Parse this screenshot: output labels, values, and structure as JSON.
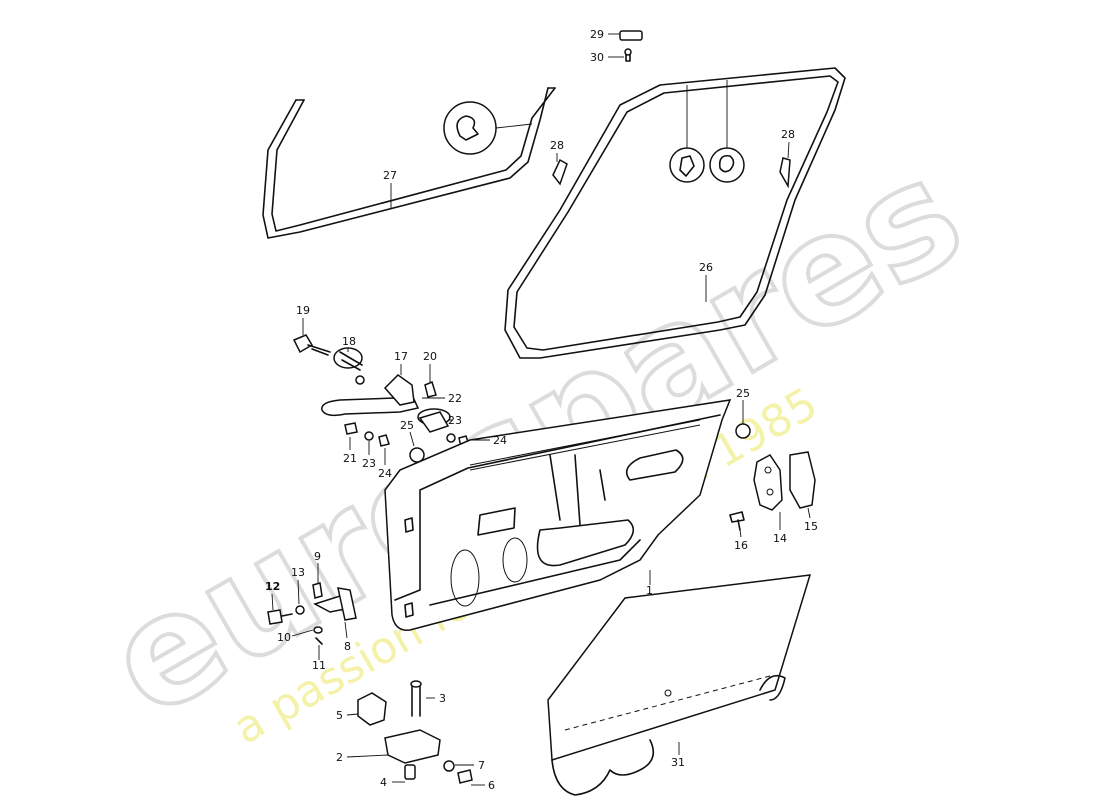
{
  "watermark": {
    "brand": "eurospares",
    "tagline": "a passion for parts since 1985",
    "tagline_color": "#f3ef9a",
    "brand_color": "#dcdcdc"
  },
  "callouts": {
    "c1": "1",
    "c2": "2",
    "c3": "3",
    "c4": "4",
    "c5": "5",
    "c6": "6",
    "c7": "7",
    "c8": "8",
    "c9": "9",
    "c10": "10",
    "c11": "11",
    "c12": "12",
    "c13": "13",
    "c14": "14",
    "c15": "15",
    "c16": "16",
    "c17": "17",
    "c18": "18",
    "c19": "19",
    "c20": "20",
    "c21": "21",
    "c22": "22",
    "c23a": "23",
    "c23b": "23",
    "c24a": "24",
    "c24b": "24",
    "c25a": "25",
    "c25b": "25",
    "c26": "26",
    "c27": "27",
    "c28a": "28",
    "c28b": "28",
    "c29": "29",
    "c30": "30",
    "c31": "31"
  }
}
